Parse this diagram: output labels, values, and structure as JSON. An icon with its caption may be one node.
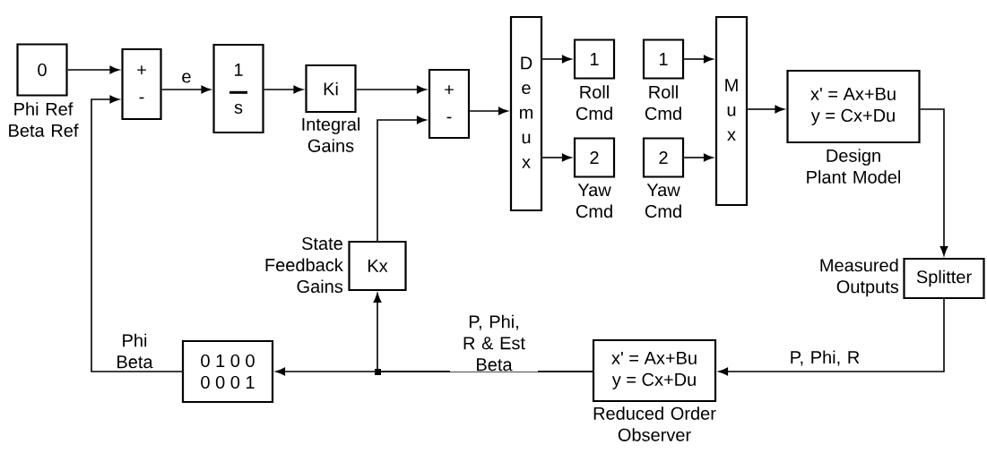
{
  "diagram": {
    "nodes": [
      {
        "text": [
          "0"
        ],
        "beside": [
          "Phi Ref Beta Ref"
        ]
      },
      {
        "text": [
          "+",
          "-"
        ]
      },
      {
        "text": [
          "1",
          "s"
        ]
      },
      {
        "text": [
          "Ki"
        ],
        "beside": [
          "Integral Gains"
        ]
      },
      {
        "text": [
          "+",
          "-"
        ]
      },
      {
        "text": [
          "Demux"
        ]
      },
      {
        "text": [
          "1"
        ],
        "beside": [
          "Roll Cmd"
        ]
      },
      {
        "text": [
          "2"
        ],
        "beside": [
          "Yaw Cmd"
        ]
      },
      {
        "text": [
          "1"
        ],
        "beside": [
          "Roll Cmd"
        ]
      },
      {
        "text": [
          "2"
        ],
        "beside": [
          "Yaw Cmd"
        ]
      },
      {
        "text": [
          "Mux"
        ]
      },
      {
        "text": [
          "x' = Ax+Bu",
          "y = Cx+Du"
        ],
        "beside": [
          "Design Plant Model"
        ]
      },
      {
        "text": [
          "Kx"
        ],
        "beside": [
          "State Feedback Gains"
        ]
      },
      {
        "text": [
          "Splitter"
        ],
        "beside": [
          "Measured Outputs"
        ]
      },
      {
        "text": [
          "x' = Ax+Bu",
          "y = Cx+Du"
        ],
        "beside": [
          "Reduced Order Observer"
        ]
      },
      {
        "text": [
          "0 1 0 0",
          "0 0 0 1"
        ]
      }
    ],
    "edges": [
      {
        "from": 0,
        "to": 1,
        "arrow": "to"
      },
      {
        "from": 1,
        "to": 2,
        "arrow": "to",
        "label": "e"
      },
      {
        "from": 2,
        "to": 3,
        "arrow": "to"
      },
      {
        "from": 3,
        "to": 4,
        "arrow": "to"
      },
      {
        "from": 4,
        "to": 5,
        "arrow": "to"
      },
      {
        "from": 5,
        "to": 6,
        "arrow": "to"
      },
      {
        "from": 5,
        "to": 7,
        "arrow": "to"
      },
      {
        "from": 8,
        "to": 10,
        "arrow": "to"
      },
      {
        "from": 9,
        "to": 10,
        "arrow": "to"
      },
      {
        "from": 10,
        "to": 11,
        "arrow": "to"
      },
      {
        "from": 11,
        "to": 13,
        "arrow": "to"
      },
      {
        "from": 13,
        "to": 14,
        "arrow": "to",
        "label": "P, Phi, R"
      },
      {
        "from": 14,
        "to": 15,
        "arrow": "to",
        "label": "P, Phi, R & Est Beta"
      },
      {
        "from": 14,
        "to": 12,
        "arrow": "to"
      },
      {
        "from": 12,
        "to": 4,
        "arrow": "to"
      },
      {
        "from": 15,
        "to": 1,
        "arrow": "to",
        "label": "Phi Beta"
      }
    ]
  }
}
